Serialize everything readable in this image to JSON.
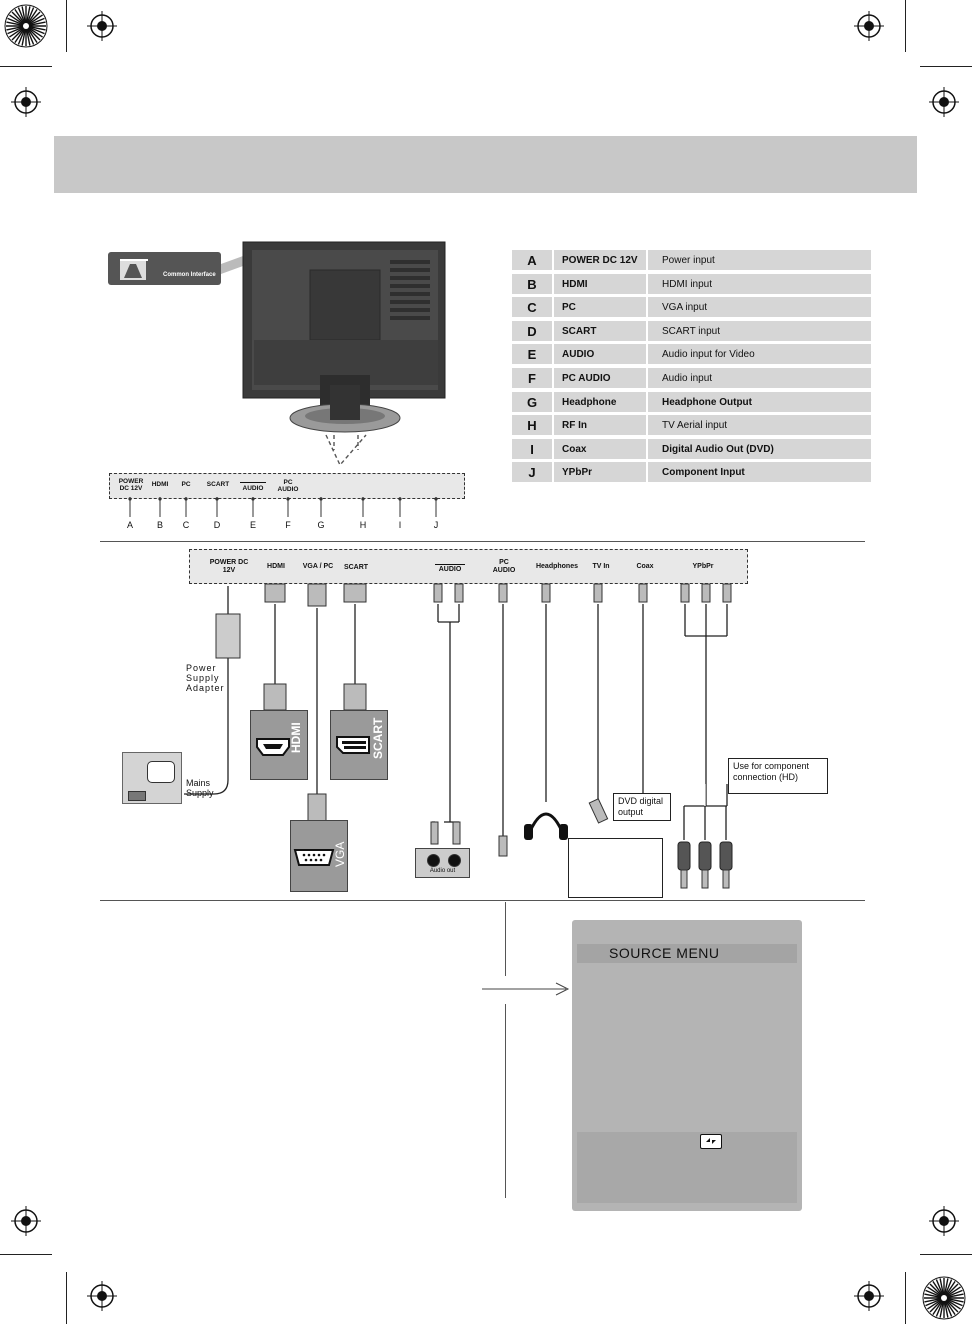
{
  "callout": {
    "label": "Common Interface"
  },
  "legend": [
    {
      "letter": "A",
      "name": "POWER DC 12V",
      "desc": "Power input",
      "bold_desc": false
    },
    {
      "letter": "B",
      "name": "HDMI",
      "desc": "HDMI input",
      "bold_desc": false
    },
    {
      "letter": "C",
      "name": "PC",
      "desc": "VGA input",
      "bold_desc": false
    },
    {
      "letter": "D",
      "name": "SCART",
      "desc": "SCART input",
      "bold_desc": false
    },
    {
      "letter": "E",
      "name": "AUDIO",
      "desc": "Audio input for Video",
      "bold_desc": false
    },
    {
      "letter": "F",
      "name": "PC AUDIO",
      "desc": "Audio input",
      "bold_desc": false
    },
    {
      "letter": "G",
      "name": "Headphone",
      "desc": "Headphone Output",
      "bold_desc": true
    },
    {
      "letter": "H",
      "name": "RF In",
      "desc": "TV Aerial input",
      "bold_desc": false
    },
    {
      "letter": "I",
      "name": "Coax",
      "desc": "Digital Audio Out (DVD)",
      "bold_desc": true
    },
    {
      "letter": "J",
      "name": "YPbPr",
      "desc": "Component Input",
      "bold_desc": true
    }
  ],
  "back_panel": {
    "labels": [
      "POWER DC 12V",
      "HDMI",
      "PC",
      "SCART",
      "AUDIO",
      "PC AUDIO"
    ],
    "letters": [
      "A",
      "B",
      "C",
      "D",
      "E",
      "F",
      "G",
      "H",
      "I",
      "J"
    ]
  },
  "connections": {
    "panel_labels": [
      "POWER DC 12V",
      "HDMI",
      "VGA / PC",
      "SCART",
      "AUDIO",
      "PC AUDIO",
      "Headphones",
      "TV In",
      "Coax",
      "YPbPr"
    ],
    "power_adapter": "Power Supply Adapter",
    "mains": "Mains Supply",
    "hdmi_plug": "HDMI",
    "scart_plug": "SCART",
    "vga_plug": "VGA",
    "audio_out": "Audio out",
    "dvd_note": "DVD digital output",
    "component_note": "Use for component connection (HD)"
  },
  "menu": {
    "title": "SOURCE MENU",
    "nav_icon": "up-down-arrow-icon"
  }
}
